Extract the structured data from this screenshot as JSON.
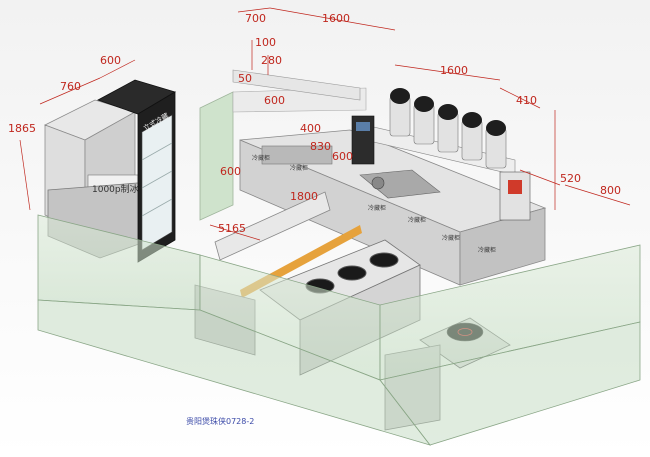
{
  "caption": "贵阳煲珠侠0728-2",
  "labels": {
    "ice_machine": "1000p制冰机",
    "fridge": "立式冷藏",
    "cabinets": [
      "冷藏柜",
      "冷藏柜",
      "冷藏柜",
      "冷藏柜",
      "冷藏柜",
      "冷藏柜"
    ]
  },
  "dimensions": {
    "d700": "700",
    "d1600_top": "1600",
    "d100": "100",
    "d280": "280",
    "d50": "50",
    "d600_a": "600",
    "d400": "400",
    "d830": "830",
    "d600_b": "600",
    "d600_c": "600",
    "d1800": "1800",
    "d5165": "5165",
    "d760": "760",
    "d600_tl": "600",
    "d1865": "1865",
    "d1600_right": "1600",
    "d410": "410",
    "d520": "520",
    "d800": "800"
  },
  "colors": {
    "dimension": "#c0271e",
    "glass": "#bcd7ba",
    "trim": "#e6a23c",
    "caption": "#3b4aa8"
  },
  "equipment": {
    "dispenser_count": 5,
    "burner_count": 3
  }
}
